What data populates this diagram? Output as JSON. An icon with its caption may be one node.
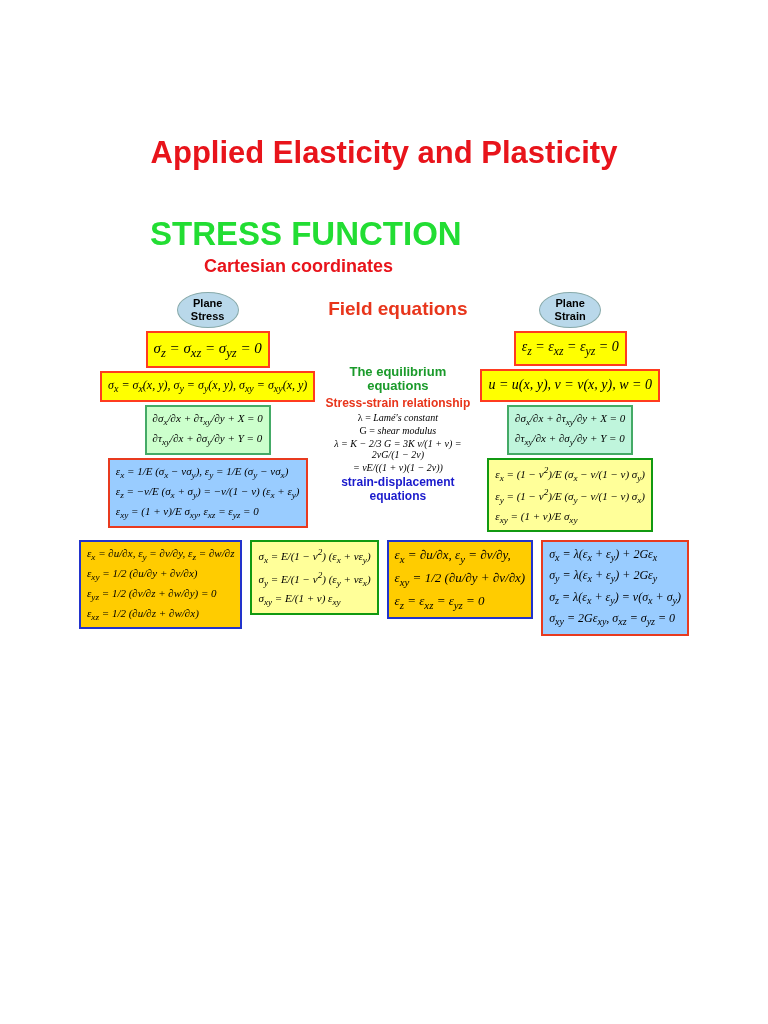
{
  "diagram": {
    "title": "Applied Elasticity and Plasticity",
    "nodes": [
      {
        "text": [
          "Plane Stress"
        ]
      },
      {
        "text": [
          "σ$_{z}$ = σ$_{xz}$ = σ$_{yz}$ = 0"
        ]
      },
      {
        "text": [
          "σ$_{x}$ = σ$_{x}$(x, y), σ$_{y}$ = σ$_{y}$(x, y), σ$_{xy}$ = σ$_{xy}$(x, y)"
        ]
      },
      {
        "text": [
          "∂σ$_{x}$/∂x + ∂τ$_{xy}$/∂y + X = 0",
          "∂τ$_{xy}$/∂x + ∂σ$_{y}$/∂y + Y = 0"
        ]
      },
      {
        "text": [
          "ε$_{x}$ = 1/E (σ$_{x}$ − νσ$_{y}$), ε$_{y}$ = 1/E (σ$_{y}$ − νσ$_{x}$)",
          "ε$_{z}$ = −ν/E (σ$_{x}$ + σ$_{y}$) = −ν/(1 − ν) (ε$_{x}$ + ε$_{y}$)",
          "ε$_{xy}$ = (1 + ν)/E σ$_{xy}$, ε$_{xz}$ = ε$_{yz}$ = 0"
        ]
      },
      {
        "text": [
          "Plane Strain"
        ]
      },
      {
        "text": [
          "ε$_{z}$ = ε$_{xz}$ = ε$_{yz}$ = 0"
        ]
      },
      {
        "text": [
          "u = u(x, y), v = v(x, y), w = 0"
        ]
      },
      {
        "text": [
          "∂σ$_{x}$/∂x + ∂τ$_{xy}$/∂y + X = 0",
          "∂τ$_{xy}$/∂x + ∂σ$_{y}$/∂y + Y = 0"
        ]
      },
      {
        "text": [
          "ε$_{x}$ = (1 − ν$^{2}$)/E (σ$_{x}$ − ν/(1 − ν) σ$_{y}$)",
          "ε$_{y}$ = (1 − ν$^{2}$)/E (σ$_{y}$ − ν/(1 − ν) σ$_{x}$)",
          "ε$_{xy}$ = (1 + ν)/E σ$_{xy}$"
        ]
      },
      {
        "text": [
          "ε$_{x}$ = ∂u/∂x, ε$_{y}$ = ∂v/∂y, ε$_{z}$ = ∂w/∂z",
          "ε$_{xy}$ = 1/2 (∂u/∂y + ∂v/∂x)",
          "ε$_{yz}$ = 1/2 (∂v/∂z + ∂w/∂y) = 0",
          "ε$_{xz}$ = 1/2 (∂u/∂z + ∂w/∂x)"
        ]
      },
      {
        "text": [
          "σ$_{x}$ = E/(1 − ν$^{2}$) (ε$_{x}$ + νε$_{y}$)",
          "σ$_{y}$ = E/(1 − ν$^{2}$) (ε$_{y}$ + νε$_{x}$)",
          "σ$_{xy}$ = E/(1 + ν) ε$_{xy}$"
        ]
      },
      {
        "text": [
          "ε$_{x}$ = ∂u/∂x, ε$_{y}$ = ∂v/∂y,",
          "ε$_{xy}$ = 1/2 (∂u/∂y + ∂v/∂x)",
          "ε$_{z}$ = ε$_{xz}$ = ε$_{yz}$ = 0"
        ]
      },
      {
        "text": [
          "σ$_{x}$ = λ(ε$_{x}$ + ε$_{y}$) + 2Gε$_{x}$",
          "σ$_{y}$ = λ(ε$_{x}$ + ε$_{y}$) + 2Gε$_{y}$",
          "σ$_{z}$ = λ(ε$_{x}$ + ε$_{y}$) = ν(σ$_{x}$ + σ$_{y}$)",
          "σ$_{xy}$ = 2Gε$_{xy}$, σ$_{xz}$ = σ$_{yz}$ = 0"
        ]
      }
    ],
    "labels": [
      "STRESS FUNCTION",
      "Cartesian coordinates",
      "Field equations",
      "The equilibrium equations",
      "Stress-strain relationship",
      "λ = *Lamé's constant*",
      "G = *shear modulus*",
      "λ = K − 2/3 G = 3K ν/(1 + ν) = 2νG/(1 − 2ν)",
      "= νE/((1 + ν)(1 − 2ν))",
      "strain-displacement equations"
    ]
  }
}
